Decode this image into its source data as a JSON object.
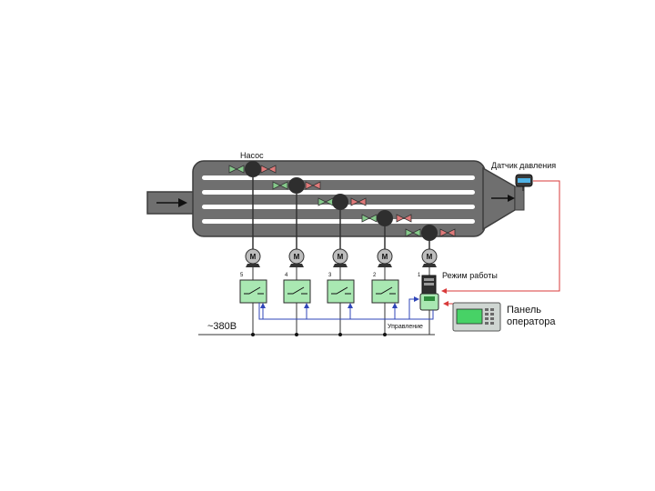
{
  "labels": {
    "pump": "Насос",
    "pressure_sensor": "Датчик давления",
    "mode": "Режим работы",
    "panel_line1": "Панель",
    "panel_line2": "оператора",
    "voltage": "~380В",
    "control": "Управление"
  },
  "motor_symbol": "M",
  "units": [
    {
      "number": "5"
    },
    {
      "number": "4"
    },
    {
      "number": "3"
    },
    {
      "number": "2"
    },
    {
      "number": "1"
    }
  ],
  "colors": {
    "pipe": "#6f6f6f",
    "pipe_dark": "#4a4a4a",
    "valve_green": "#86c98b",
    "valve_red": "#e07a7a",
    "starter_fill": "#a9e8b2",
    "starter_stroke": "#2a2a2a",
    "signal_red": "#d93a3a",
    "signal_blue": "#2f45b8",
    "screen_green": "#47d266",
    "panel_body": "#cfd6d2"
  },
  "icons": [
    "flow-arrow-icon",
    "pump-icon",
    "valve-icon",
    "motor-icon",
    "switch-icon",
    "pressure-sensor-icon",
    "operator-panel-icon",
    "frequency-converter-icon"
  ]
}
